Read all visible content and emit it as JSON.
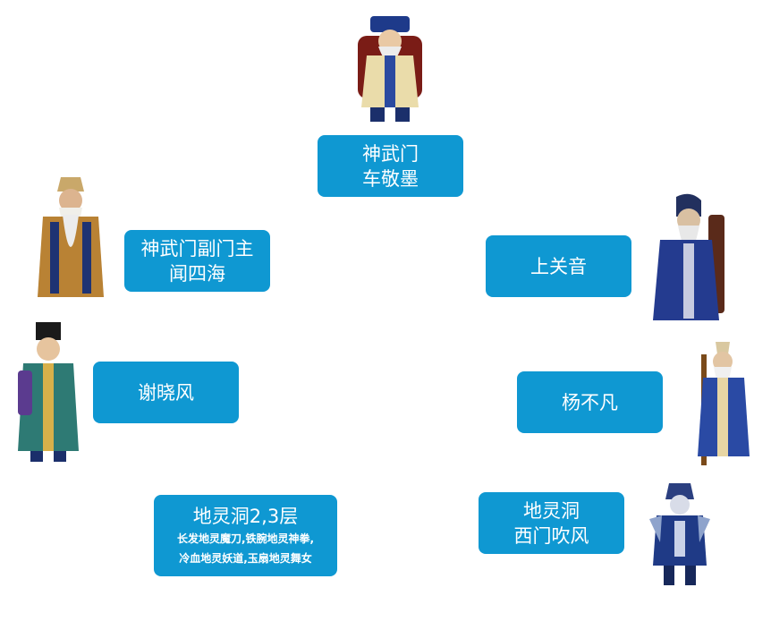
{
  "npcs": [
    {
      "id": "top",
      "lines": [
        "神武门",
        "车敬墨"
      ]
    },
    {
      "id": "leftTop",
      "lines": [
        "神武门副门主",
        "闻四海"
      ]
    },
    {
      "id": "rightTop",
      "lines": [
        "上关音"
      ]
    },
    {
      "id": "leftMid",
      "lines": [
        "谢晓风"
      ]
    },
    {
      "id": "rightMid",
      "lines": [
        "杨不凡"
      ]
    },
    {
      "id": "leftBot",
      "lines": [
        "地灵洞2,3层"
      ],
      "sub": [
        "长发地灵魔刀,铁腕地灵神拳,",
        "冷血地灵妖道,玉扇地灵舞女"
      ]
    },
    {
      "id": "rightBot",
      "lines": [
        "地灵洞",
        "西门吹风"
      ]
    }
  ],
  "colors": {
    "box": "#0f98d2",
    "text": "#ffffff"
  }
}
